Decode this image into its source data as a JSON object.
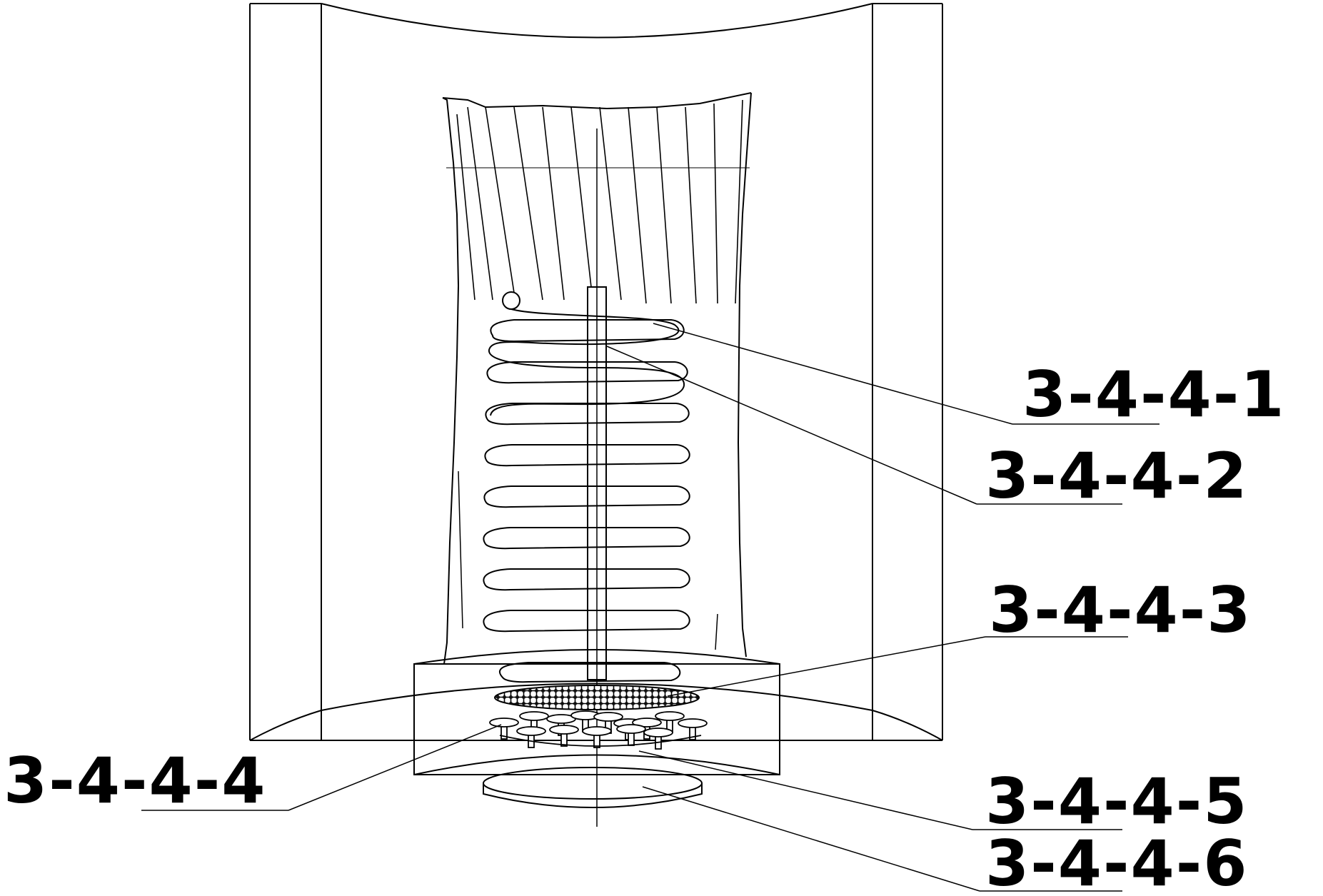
{
  "callouts": [
    {
      "id": "c1",
      "label": "3-4-4-1"
    },
    {
      "id": "c2",
      "label": "3-4-4-2"
    },
    {
      "id": "c3",
      "label": "3-4-4-3"
    },
    {
      "id": "c4",
      "label": "3-4-4-4"
    },
    {
      "id": "c5",
      "label": "3-4-4-5"
    },
    {
      "id": "c6",
      "label": "3-4-4-6"
    }
  ],
  "colors": {
    "stroke": "#000000",
    "background": "#ffffff"
  }
}
